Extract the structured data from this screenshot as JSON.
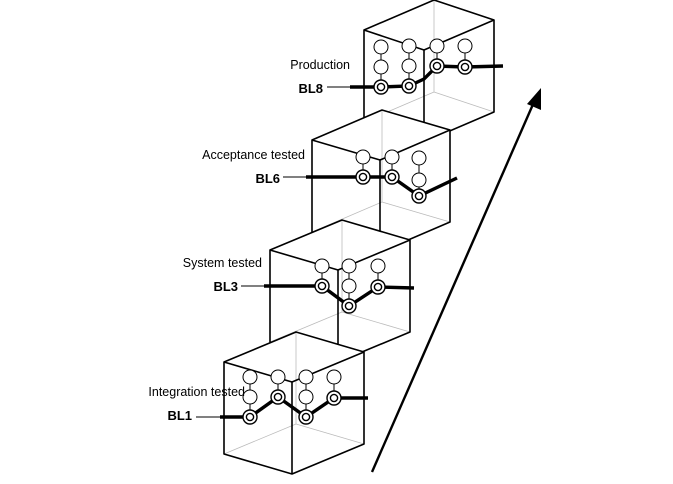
{
  "colors": {
    "line": "#000000",
    "hidden_edge": "#bbbbbb",
    "background": "#ffffff"
  },
  "stages": [
    {
      "id": "production",
      "label": "Production",
      "baseline": "BL8"
    },
    {
      "id": "acceptance",
      "label": "Acceptance tested",
      "baseline": "BL6"
    },
    {
      "id": "system",
      "label": "System tested",
      "baseline": "BL3"
    },
    {
      "id": "integration",
      "label": "Integration tested",
      "baseline": "BL1"
    }
  ],
  "arrow_icon": "progress-arrow-icon"
}
